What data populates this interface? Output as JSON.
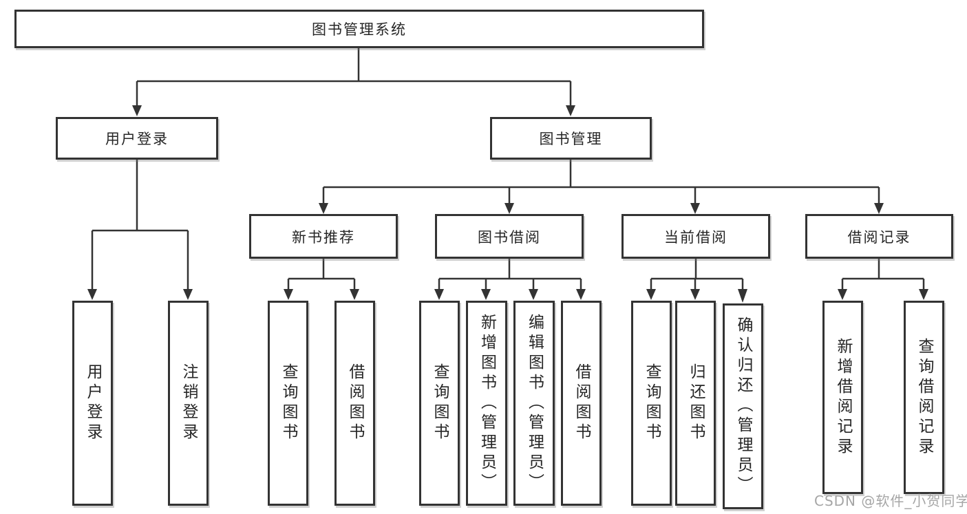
{
  "colors": {
    "background": "#ffffff",
    "box_border": "#333333",
    "connector": "#333333",
    "text": "#262626",
    "watermark": "#a6a6a6"
  },
  "tree": {
    "root": {
      "label": "图书管理系统"
    },
    "branches": [
      {
        "label": "用户登录",
        "children": [
          {
            "label": "用户登录"
          },
          {
            "label": "注销登录"
          }
        ]
      },
      {
        "label": "图书管理",
        "children": [
          {
            "label": "新书推荐",
            "children": [
              {
                "label": "查询图书"
              },
              {
                "label": "借阅图书"
              }
            ]
          },
          {
            "label": "图书借阅",
            "children": [
              {
                "label": "查询图书"
              },
              {
                "label": "新增图书（管理员）"
              },
              {
                "label": "编辑图书（管理员）"
              },
              {
                "label": "借阅图书"
              }
            ]
          },
          {
            "label": "当前借阅",
            "children": [
              {
                "label": "查询图书"
              },
              {
                "label": "归还图书"
              },
              {
                "label": "确认归还（管理员）"
              }
            ]
          },
          {
            "label": "借阅记录",
            "children": [
              {
                "label": "新增借阅记录"
              },
              {
                "label": "查询借阅记录"
              }
            ]
          }
        ]
      }
    ]
  },
  "watermark": {
    "text": "CSDN @软件_小贺同学"
  }
}
